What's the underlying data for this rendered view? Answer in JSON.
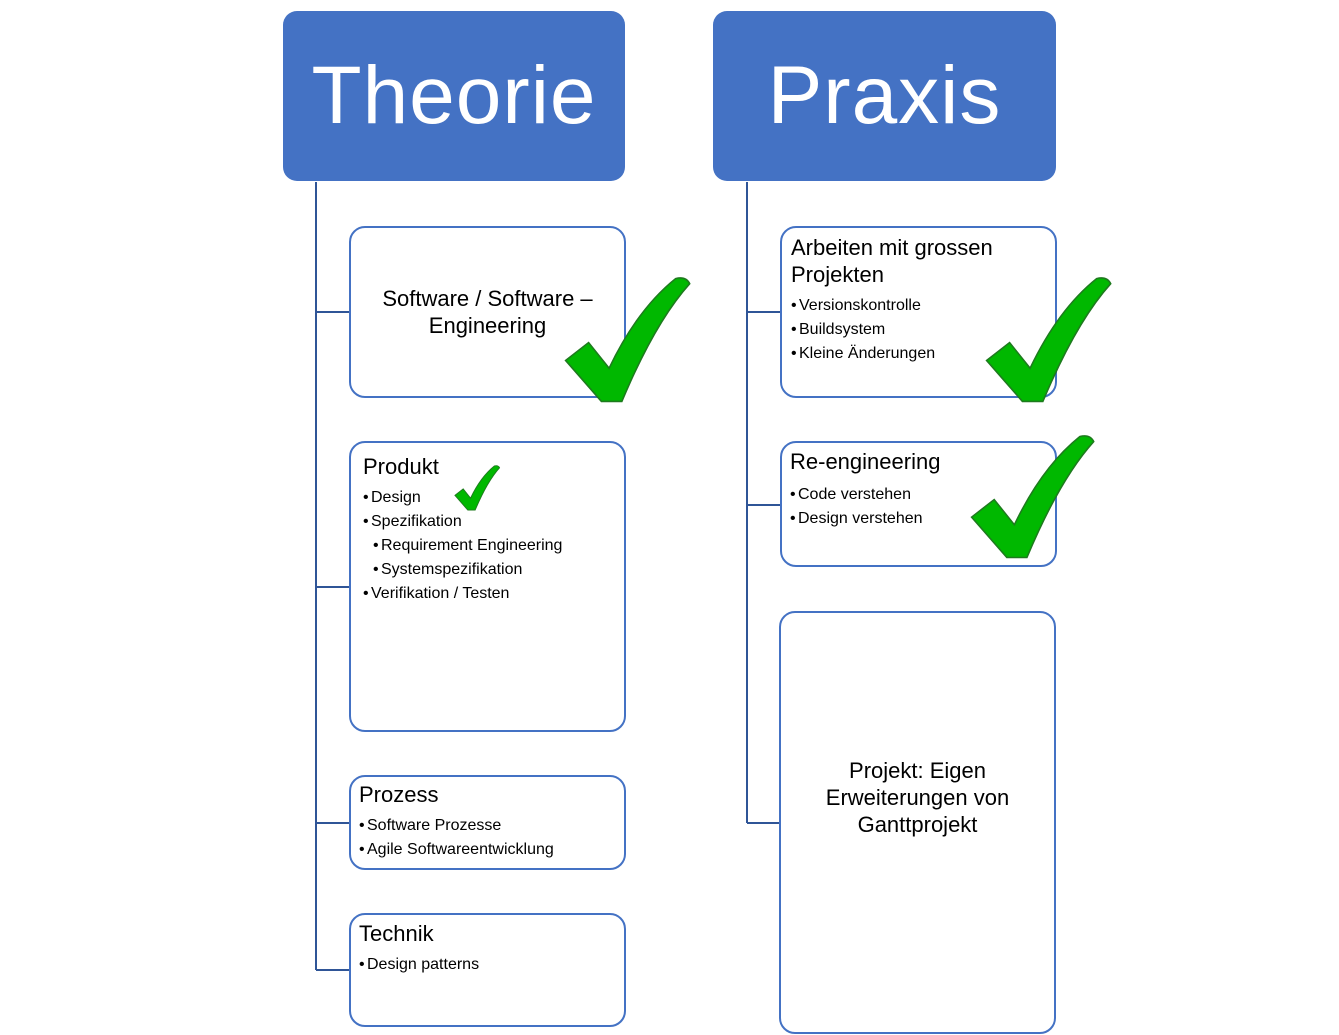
{
  "colors": {
    "header_bg": "#4472C4",
    "header_text": "#FFFFFF",
    "border": "#4472C4",
    "connector": "#2F5597",
    "checkmark": "#00B800"
  },
  "columns": {
    "theorie": {
      "header": "Theorie",
      "boxes": {
        "software": {
          "title": "Software / Software – Engineering",
          "checked": true
        },
        "produkt": {
          "title": "Produkt",
          "items": [
            "Design",
            "Spezifikation",
            "Requirement Engineering",
            "Systemspezifikation",
            "Verifikation / Testen"
          ],
          "checked": true
        },
        "prozess": {
          "title": "Prozess",
          "items": [
            "Software Prozesse",
            "Agile Softwareentwicklung"
          ],
          "checked": false
        },
        "technik": {
          "title": "Technik",
          "items": [
            "Design patterns"
          ],
          "checked": false
        }
      }
    },
    "praxis": {
      "header": "Praxis",
      "boxes": {
        "projekte": {
          "title": "Arbeiten mit grossen Projekten",
          "items": [
            "Versionskontrolle",
            "Buildsystem",
            "Kleine Änderungen"
          ],
          "checked": true
        },
        "reengineering": {
          "title": "Re-engineering",
          "items": [
            "Code verstehen",
            "Design verstehen"
          ],
          "checked": true
        },
        "projekt": {
          "title": "Projekt: Eigen Erweiterungen von Ganttprojekt",
          "checked": false
        }
      }
    }
  },
  "bullet": "•"
}
